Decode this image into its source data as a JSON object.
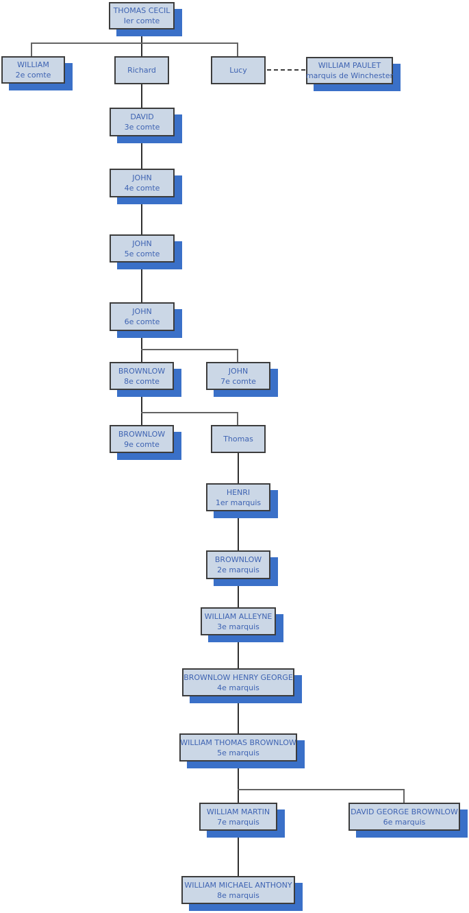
{
  "diagram_type": "family-tree-org-chart",
  "colors": {
    "node_fill": "#cbd7e6",
    "node_border": "#3c3c3c",
    "shadow": "#3a70c8",
    "text": "#3e63b2",
    "line": "#2f2f2f",
    "rail": "#636363",
    "bg": "#ffffff"
  },
  "nodes": [
    {
      "name": "THOMAS CECIL",
      "title": "Ier comte"
    },
    {
      "name": "WILLIAM",
      "title": "2e comte"
    },
    {
      "name": "Richard",
      "title": ""
    },
    {
      "name": "Lucy",
      "title": ""
    },
    {
      "name": "WILLIAM PAULET",
      "title": "marquis de Winchester"
    },
    {
      "name": "DAVID",
      "title": "3e comte"
    },
    {
      "name": "JOHN",
      "title": "4e comte"
    },
    {
      "name": "JOHN",
      "title": "5e comte"
    },
    {
      "name": "JOHN",
      "title": "6e comte"
    },
    {
      "name": "BROWNLOW",
      "title": "8e comte"
    },
    {
      "name": "JOHN",
      "title": "7e comte"
    },
    {
      "name": "BROWNLOW",
      "title": "9e comte"
    },
    {
      "name": "Thomas",
      "title": ""
    },
    {
      "name": "HENRI",
      "title": "1er marquis"
    },
    {
      "name": "BROWNLOW",
      "title": "2e marquis"
    },
    {
      "name": "WILLIAM ALLEYNE",
      "title": "3e marquis"
    },
    {
      "name": "BROWNLOW HENRY GEORGE",
      "title": "4e marquis"
    },
    {
      "name": "WILLIAM THOMAS BROWNLOW",
      "title": "5e marquis"
    },
    {
      "name": "WILLIAM MARTIN",
      "title": "7e marquis"
    },
    {
      "name": "DAVID GEORGE BROWNLOW",
      "title": "6e marquis"
    },
    {
      "name": "WILLIAM MICHAEL ANTHONY",
      "title": "8e marquis"
    }
  ],
  "relationships": {
    "marriage_dashed_link": [
      "Lucy",
      "WILLIAM PAULET"
    ]
  }
}
